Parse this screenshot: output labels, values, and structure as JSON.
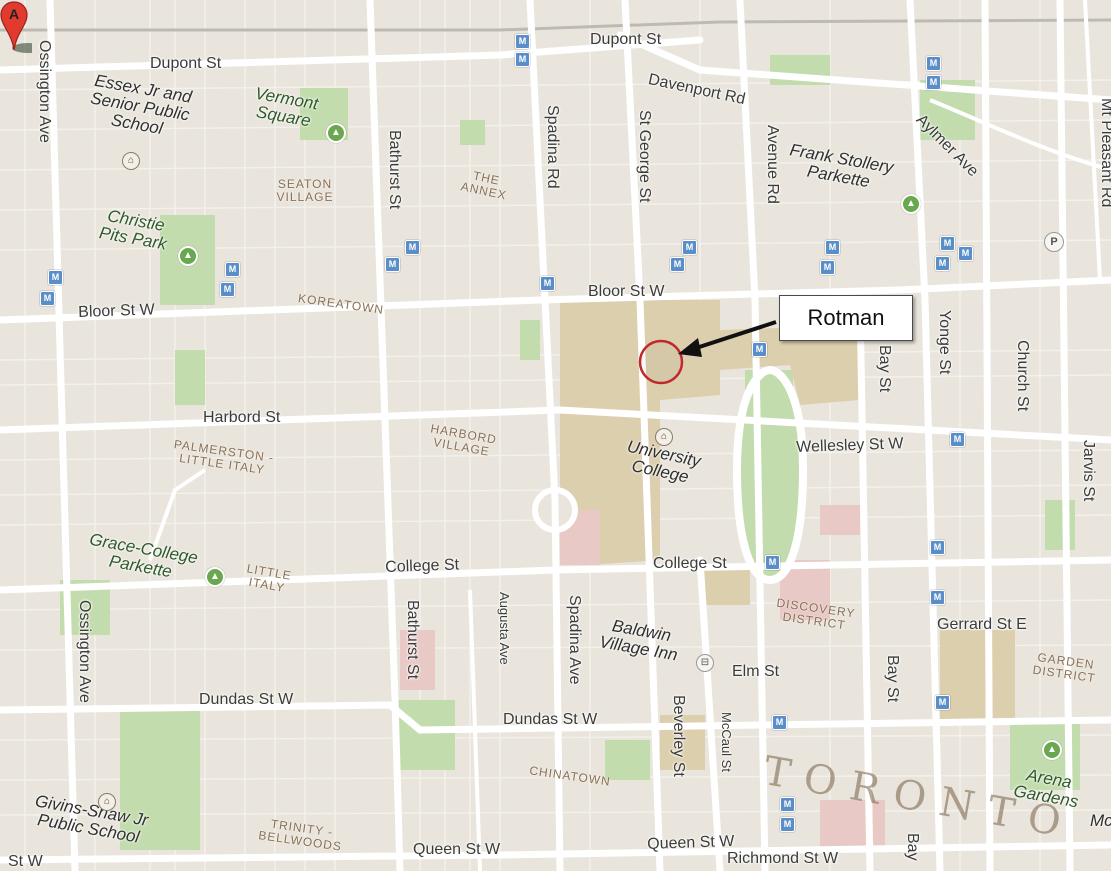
{
  "callout": {
    "label": "Rotman"
  },
  "marker": {
    "letter": "A",
    "color": "#e03b2e"
  },
  "city_label": "TORONTO",
  "streets": [
    {
      "id": "dupont-st-left",
      "name": "Dupont St"
    },
    {
      "id": "dupont-st-right",
      "name": "Dupont St"
    },
    {
      "id": "davenport-rd",
      "name": "Davenport Rd"
    },
    {
      "id": "bloor-st-w-left",
      "name": "Bloor St W"
    },
    {
      "id": "bloor-st-w-right",
      "name": "Bloor St W"
    },
    {
      "id": "harbord-st",
      "name": "Harbord St"
    },
    {
      "id": "wellesley-st-w",
      "name": "Wellesley St W"
    },
    {
      "id": "college-st-left",
      "name": "College St"
    },
    {
      "id": "college-st-right",
      "name": "College St"
    },
    {
      "id": "gerrard-st-e",
      "name": "Gerrard St E"
    },
    {
      "id": "elm-st",
      "name": "Elm St"
    },
    {
      "id": "dundas-st-w-left",
      "name": "Dundas St W"
    },
    {
      "id": "dundas-st-w-right",
      "name": "Dundas St W"
    },
    {
      "id": "queen-st-w-left",
      "name": "Queen St W"
    },
    {
      "id": "queen-st-w-right",
      "name": "Queen St W"
    },
    {
      "id": "richmond-st-w",
      "name": "Richmond St W"
    },
    {
      "id": "st-w-edge",
      "name": "St W"
    },
    {
      "id": "ossington-ave-top",
      "name": "Ossington Ave"
    },
    {
      "id": "ossington-ave-bottom",
      "name": "Ossington Ave"
    },
    {
      "id": "bathurst-st-top",
      "name": "Bathurst St"
    },
    {
      "id": "bathurst-st-bottom",
      "name": "Bathurst St"
    },
    {
      "id": "spadina-rd",
      "name": "Spadina Rd"
    },
    {
      "id": "spadina-ave",
      "name": "Spadina Ave"
    },
    {
      "id": "st-george-st",
      "name": "St George St"
    },
    {
      "id": "avenue-rd",
      "name": "Avenue Rd"
    },
    {
      "id": "augusta-ave",
      "name": "Augusta Ave"
    },
    {
      "id": "beverley-st",
      "name": "Beverley St"
    },
    {
      "id": "mccaul-st",
      "name": "McCaul St"
    },
    {
      "id": "bay-st-top",
      "name": "Bay St"
    },
    {
      "id": "bay-st-middle",
      "name": "Bay St"
    },
    {
      "id": "bay-st-bottom",
      "name": "Bay"
    },
    {
      "id": "yonge-st",
      "name": "Yonge St"
    },
    {
      "id": "church-st",
      "name": "Church St"
    },
    {
      "id": "jarvis-st",
      "name": "Jarvis St"
    },
    {
      "id": "mt-pleasant-rd",
      "name": "Mt Pleasant Rd"
    },
    {
      "id": "aylmer-ave",
      "name": "Aylmer Ave"
    }
  ],
  "places": [
    {
      "id": "essex-school",
      "name": "Essex Jr and Senior Public School"
    },
    {
      "id": "vermont-square",
      "name": "Vermont Square"
    },
    {
      "id": "christie-pits-park",
      "name": "Christie Pits Park"
    },
    {
      "id": "frank-stollery-parkette",
      "name": "Frank Stollery Parkette"
    },
    {
      "id": "university-college",
      "name": "University College"
    },
    {
      "id": "grace-college-parkette",
      "name": "Grace-College Parkette"
    },
    {
      "id": "baldwin-village-inn",
      "name": "Baldwin Village Inn"
    },
    {
      "id": "arena-gardens",
      "name": "Arena Gardens"
    },
    {
      "id": "givins-shaw-school",
      "name": "Givins-Shaw Jr Public School"
    },
    {
      "id": "mc-edge",
      "name": "Mc"
    }
  ],
  "neighbourhoods": [
    {
      "id": "seaton-village",
      "name": "SEATON VILLAGE"
    },
    {
      "id": "the-annex",
      "name": "THE ANNEX"
    },
    {
      "id": "koreatown",
      "name": "KOREATOWN"
    },
    {
      "id": "harbord-village",
      "name": "HARBORD VILLAGE"
    },
    {
      "id": "palmerston-little-italy",
      "name": "PALMERSTON - LITTLE ITALY"
    },
    {
      "id": "little-italy",
      "name": "LITTLE ITALY"
    },
    {
      "id": "discovery-district",
      "name": "DISCOVERY DISTRICT"
    },
    {
      "id": "garden-district",
      "name": "GARDEN DISTRICT"
    },
    {
      "id": "chinatown",
      "name": "CHINATOWN"
    },
    {
      "id": "trinity-bellwoods",
      "name": "TRINITY - BELLWOODS"
    }
  ],
  "icons": {
    "metro": "M",
    "parking": "P"
  },
  "colors": {
    "land": "#e9e5dc",
    "road": "#ffffff",
    "major_road": "#fdfcf8",
    "park": "#c3dcae",
    "campus": "#dccfae",
    "hospital": "#e8c9c6",
    "circle": "#c0282d"
  }
}
